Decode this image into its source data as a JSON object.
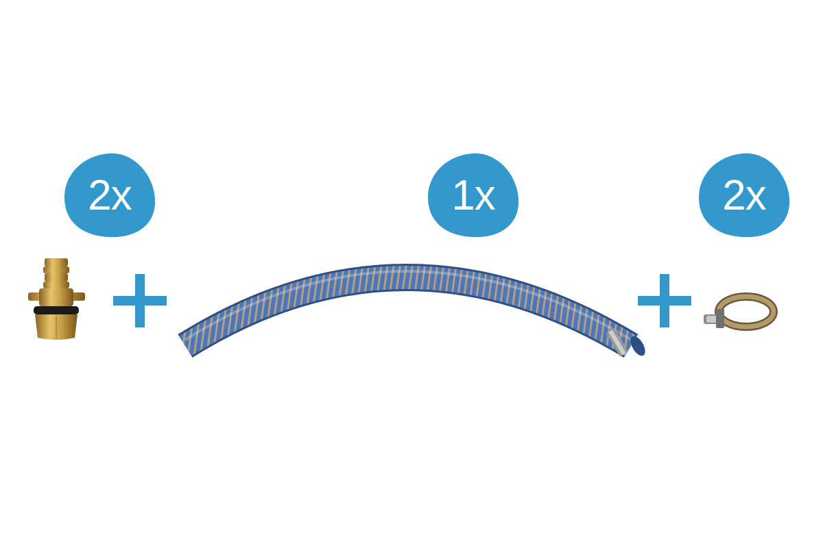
{
  "colors": {
    "accent": "#3399cc",
    "brass": "#c9a24a",
    "hose": "#4a78b8"
  },
  "items": [
    {
      "quantity": "2x",
      "icon": "brass-coupling-icon"
    },
    {
      "quantity": "1x",
      "icon": "suction-hose-icon"
    },
    {
      "quantity": "2x",
      "icon": "hose-clamp-icon"
    }
  ],
  "separators": [
    "plus-icon",
    "plus-icon"
  ]
}
